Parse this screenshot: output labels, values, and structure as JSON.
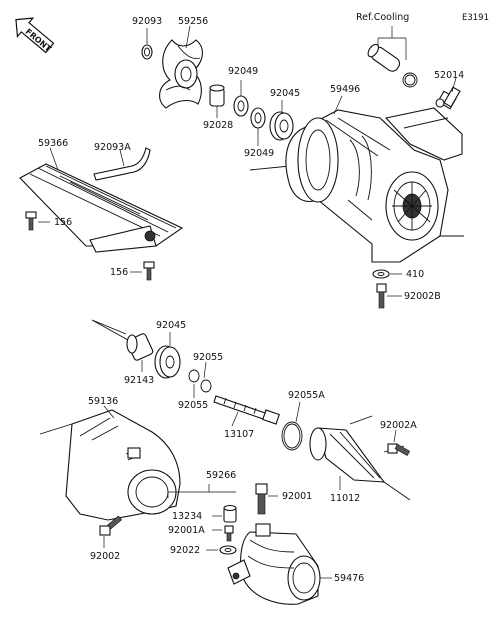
{
  "diagram_code": "E3191",
  "front_marker": "FRONT",
  "ref_note": "Ref.Cooling",
  "parts": [
    {
      "id": "p-92093",
      "number": "92093"
    },
    {
      "id": "p-59256",
      "number": "59256"
    },
    {
      "id": "p-92049a",
      "number": "92049"
    },
    {
      "id": "p-92028",
      "number": "92028"
    },
    {
      "id": "p-92045a",
      "number": "92045"
    },
    {
      "id": "p-92049b",
      "number": "92049"
    },
    {
      "id": "p-59496",
      "number": "59496"
    },
    {
      "id": "p-52014",
      "number": "52014"
    },
    {
      "id": "p-59366",
      "number": "59366"
    },
    {
      "id": "p-92093A",
      "number": "92093A"
    },
    {
      "id": "p-156a",
      "number": "156"
    },
    {
      "id": "p-156b",
      "number": "156"
    },
    {
      "id": "p-410",
      "number": "410"
    },
    {
      "id": "p-92002B",
      "number": "92002B"
    },
    {
      "id": "p-92045b",
      "number": "92045"
    },
    {
      "id": "p-92055a",
      "number": "92055"
    },
    {
      "id": "p-92143",
      "number": "92143"
    },
    {
      "id": "p-92055b",
      "number": "92055"
    },
    {
      "id": "p-92055A",
      "number": "92055A"
    },
    {
      "id": "p-13107",
      "number": "13107"
    },
    {
      "id": "p-59136",
      "number": "59136"
    },
    {
      "id": "p-92002A",
      "number": "92002A"
    },
    {
      "id": "p-59266",
      "number": "59266"
    },
    {
      "id": "p-92001",
      "number": "92001"
    },
    {
      "id": "p-13234",
      "number": "13234"
    },
    {
      "id": "p-92001A",
      "number": "92001A"
    },
    {
      "id": "p-11012",
      "number": "11012"
    },
    {
      "id": "p-92002",
      "number": "92002"
    },
    {
      "id": "p-92022",
      "number": "92022"
    },
    {
      "id": "p-59476",
      "number": "59476"
    }
  ]
}
